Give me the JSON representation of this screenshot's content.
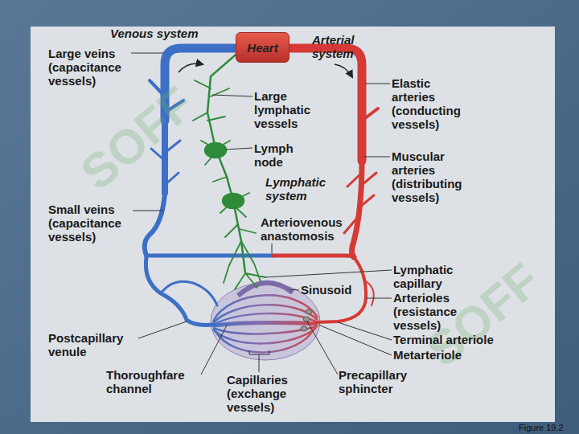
{
  "diagram": {
    "caption": "Figure 19.2",
    "nodes": [
      {
        "text": [
          "Heart"
        ]
      }
    ],
    "labels": [
      "Venous system",
      "Arterial system",
      "Large veins (capacitance vessels)",
      "Large lymphatic vessels",
      "Lymph node",
      "Lymphatic system",
      "Elastic arteries (conducting vessels)",
      "Muscular arteries (distributing vessels)",
      "Small veins (capacitance vessels)",
      "Arteriovenous anastomosis",
      "Sinusoid",
      "Lymphatic capillary",
      "Arterioles (resistance vessels)",
      "Terminal arteriole",
      "Metarteriole",
      "Postcapillary venule",
      "Thoroughfare channel",
      "Capillaries (exchange vessels)",
      "Precapillary sphincter",
      "SOFF",
      "SOFF"
    ]
  }
}
